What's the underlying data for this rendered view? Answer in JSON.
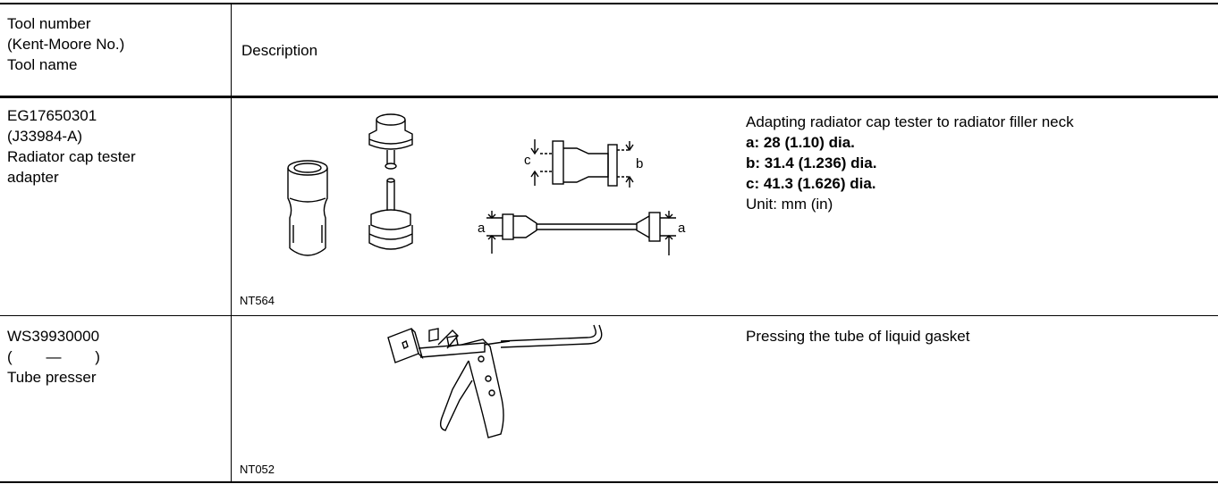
{
  "header": {
    "col1_lines": [
      "Tool number",
      "(Kent-Moore No.)",
      "Tool name"
    ],
    "col2": "Description"
  },
  "rows": [
    {
      "tool_number": "EG17650301",
      "kent_moore": "(J33984-A)",
      "tool_name_lines": [
        "Radiator cap tester",
        "adapter"
      ],
      "figure_code": "NT564",
      "figure_labels": {
        "a": "a",
        "b": "b",
        "c": "c"
      },
      "description": "Adapting radiator cap tester to radiator filler neck",
      "specs": [
        "a: 28 (1.10) dia.",
        "b: 31.4 (1.236) dia.",
        "c: 41.3 (1.626) dia."
      ],
      "unit": "Unit: mm (in)"
    },
    {
      "tool_number": "WS39930000",
      "kent_moore": "(        —        )",
      "tool_name_lines": [
        "Tube presser"
      ],
      "figure_code": "NT052",
      "description": "Pressing the tube of liquid gasket"
    }
  ]
}
